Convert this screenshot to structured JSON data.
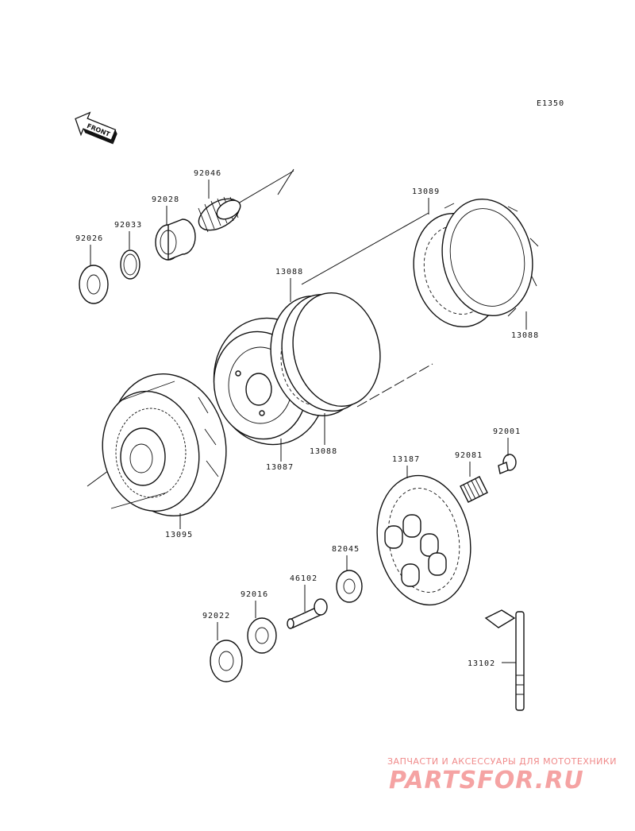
{
  "diagram": {
    "code": "E1350",
    "front_arrow": "FRONT",
    "callouts": [
      {
        "id": "92046",
        "label": "92046"
      },
      {
        "id": "92028",
        "label": "92028"
      },
      {
        "id": "92033",
        "label": "92033"
      },
      {
        "id": "92026",
        "label": "92026"
      },
      {
        "id": "13089",
        "label": "13089"
      },
      {
        "id": "13088a",
        "label": "13088"
      },
      {
        "id": "13088b",
        "label": "13088"
      },
      {
        "id": "13088c",
        "label": "13088"
      },
      {
        "id": "13087",
        "label": "13087"
      },
      {
        "id": "13095",
        "label": "13095"
      },
      {
        "id": "92001",
        "label": "92001"
      },
      {
        "id": "13187",
        "label": "13187"
      },
      {
        "id": "92081",
        "label": "92081"
      },
      {
        "id": "82045",
        "label": "82045"
      },
      {
        "id": "46102",
        "label": "46102"
      },
      {
        "id": "92016",
        "label": "92016"
      },
      {
        "id": "92022",
        "label": "92022"
      },
      {
        "id": "13102",
        "label": "13102"
      }
    ]
  },
  "watermark": {
    "subtitle": "ЗАПЧАСТИ И АКСЕССУАРЫ ДЛЯ МОТОТЕХНИКИ",
    "brand": "PARTSFOR.RU",
    "color": "#f08a8a"
  }
}
